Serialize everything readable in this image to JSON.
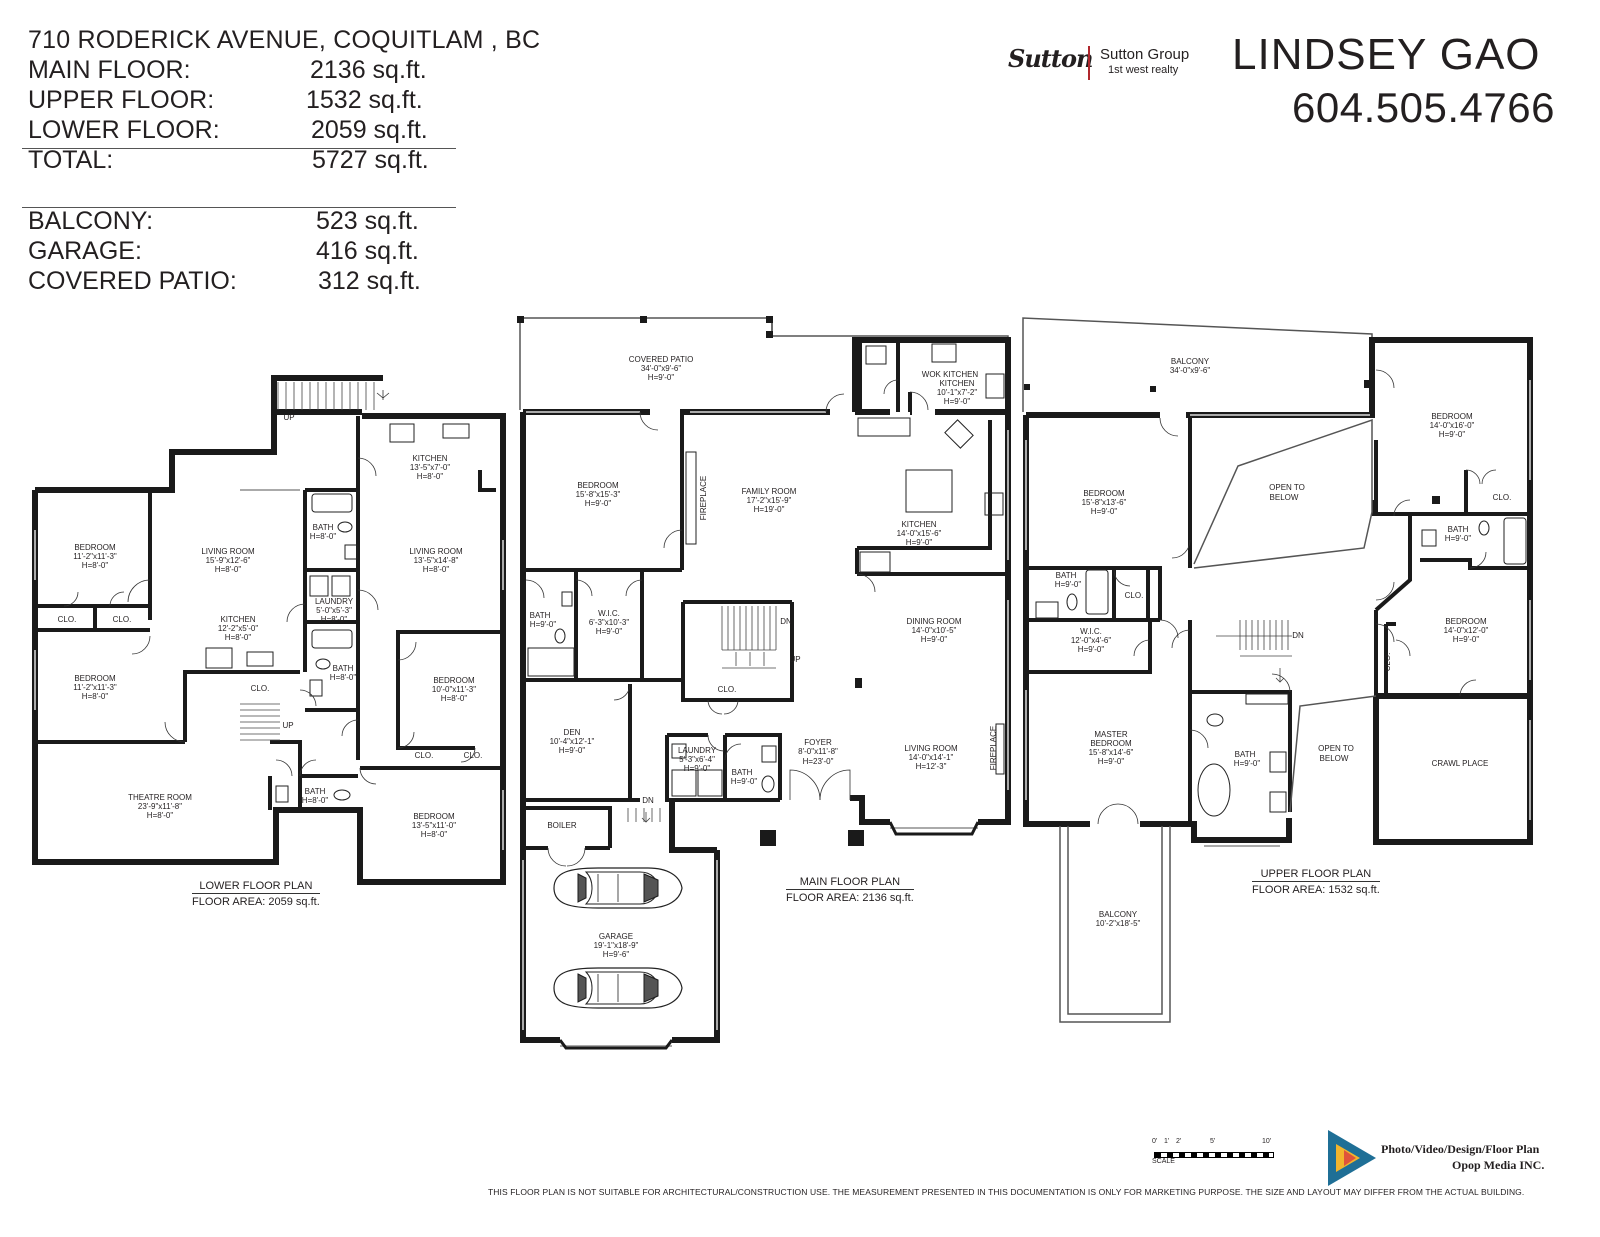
{
  "header": {
    "address": "710 RODERICK AVENUE, COQUITLAM , BC",
    "areas": [
      {
        "label": "MAIN FLOOR:",
        "value": "2136 sq.ft."
      },
      {
        "label": "UPPER FLOOR:",
        "value": "1532 sq.ft."
      },
      {
        "label": "LOWER FLOOR:",
        "value": "2059 sq.ft."
      },
      {
        "label": "TOTAL:",
        "value": "5727 sq.ft."
      },
      {
        "label": "BALCONY:",
        "value": "523 sq.ft."
      },
      {
        "label": "GARAGE:",
        "value": "416 sq.ft."
      },
      {
        "label": "COVERED PATIO:",
        "value": "312 sq.ft."
      }
    ]
  },
  "brokerage": {
    "logo_script": "Sutton",
    "name": "Sutton Group",
    "subname": "1st west realty",
    "accent_color": "#b0272d"
  },
  "agent": {
    "name": "LINDSEY GAO",
    "phone": "604.505.4766"
  },
  "lower": {
    "title": "LOWER FLOOR PLAN",
    "area": "FLOOR AREA: 2059 sq.ft.",
    "stair_up": "UP",
    "stair_up2": "UP",
    "rooms": [
      {
        "name": "BEDROOM",
        "dim": "11'-2\"x11'-3\"",
        "h": "H=8'-0\""
      },
      {
        "name": "LIVING ROOM",
        "dim": "15'-9\"x12'-6\"",
        "h": "H=8'-0\""
      },
      {
        "name": "KITCHEN",
        "dim": "13'-5\"x7'-0\"",
        "h": "H=8'-0\""
      },
      {
        "name": "LIVING ROOM",
        "dim": "13'-5\"x14'-8\"",
        "h": "H=8'-0\""
      },
      {
        "name": "BATH",
        "h": "H=8'-0\""
      },
      {
        "name": "KITCHEN",
        "dim": "12'-2\"x5'-0\"",
        "h": "H=8'-0\""
      },
      {
        "name": "LAUNDRY",
        "dim": "5'-0\"x5'-3\"",
        "h": "H=8'-0\""
      },
      {
        "name": "BEDROOM",
        "dim": "11'-2\"x11'-3\"",
        "h": "H=8'-0\""
      },
      {
        "name": "BATH",
        "h": "H=8'-0\""
      },
      {
        "name": "BEDROOM",
        "dim": "10'-0\"x11'-3\"",
        "h": "H=8'-0\""
      },
      {
        "name": "THEATRE ROOM",
        "dim": "23'-9\"x11'-8\"",
        "h": "H=8'-0\""
      },
      {
        "name": "BATH",
        "h": "H=8'-0\""
      },
      {
        "name": "BEDROOM",
        "dim": "13'-5\"x11'-0\"",
        "h": "H=8'-0\""
      }
    ],
    "closets": [
      "CLO.",
      "CLO.",
      "CLO.",
      "CLO.",
      "CLO."
    ]
  },
  "main": {
    "title": "MAIN FLOOR PLAN",
    "area": "FLOOR AREA: 2136 sq.ft.",
    "stair_dn": "DN",
    "stair_up": "UP",
    "stair_dn2": "DN",
    "fireplace1": "FIREPLACE",
    "fireplace2": "FIREPLACE",
    "closet": "CLO.",
    "rooms": [
      {
        "name": "COVERED PATIO",
        "dim": "34'-0\"x9'-6\"",
        "h": "H=9'-0\""
      },
      {
        "name": "WOK KITCHEN",
        "dim": "10'-1\"x7'-2\"",
        "h": "H=9'-0\""
      },
      {
        "name": "BEDROOM",
        "dim": "15'-8\"x15'-3\"",
        "h": "H=9'-0\""
      },
      {
        "name": "FAMILY ROOM",
        "dim": "17'-2\"x15'-9\"",
        "h": "H=19'-0\""
      },
      {
        "name": "KITCHEN",
        "dim": "14'-0\"x15'-6\"",
        "h": "H=9'-0\""
      },
      {
        "name": "BATH",
        "h": "H=9'-0\""
      },
      {
        "name": "W.I.C.",
        "dim": "6'-3\"x10'-3\"",
        "h": "H=9'-0\""
      },
      {
        "name": "DINING ROOM",
        "dim": "14'-0\"x10'-5\"",
        "h": "H=9'-0\""
      },
      {
        "name": "DEN",
        "dim": "10'-4\"x12'-1\"",
        "h": "H=9'-0\""
      },
      {
        "name": "LAUNDRY",
        "dim": "5'-3\"x6'-4\"",
        "h": "H=9'-0\""
      },
      {
        "name": "BATH",
        "h": "H=9'-0\""
      },
      {
        "name": "FOYER",
        "dim": "8'-0\"x11'-8\"",
        "h": "H=23'-0\""
      },
      {
        "name": "LIVING ROOM",
        "dim": "14'-0\"x14'-1\"",
        "h": "H=12'-3\""
      },
      {
        "name": "BOILER"
      },
      {
        "name": "GARAGE",
        "dim": "19'-1\"x18'-9\"",
        "h": "H=9'-6\""
      }
    ]
  },
  "upper": {
    "title": "UPPER FLOOR PLAN",
    "area": "FLOOR AREA: 1532 sq.ft.",
    "stair_dn": "DN",
    "crawl": "CRAWL PLACE",
    "open1": [
      "OPEN TO",
      "BELOW"
    ],
    "open2": [
      "OPEN TO",
      "BELOW"
    ],
    "closets": [
      "CLO.",
      "CLO.",
      "CLO."
    ],
    "rooms": [
      {
        "name": "BALCONY",
        "dim": "34'-0\"x9'-6\""
      },
      {
        "name": "BEDROOM",
        "dim": "14'-0\"x16'-0\"",
        "h": "H=9'-0\""
      },
      {
        "name": "BEDROOM",
        "dim": "15'-8\"x13'-6\"",
        "h": "H=9'-0\""
      },
      {
        "name": "BATH",
        "h": "H=9'-0\""
      },
      {
        "name": "BATH",
        "h": "H=9'-0\""
      },
      {
        "name": "W.I.C.",
        "dim": "12'-0\"x4'-6\"",
        "h": "H=9'-0\""
      },
      {
        "name": "BEDROOM",
        "dim": "14'-0\"x12'-0\"",
        "h": "H=9'-0\""
      },
      {
        "name": "MASTER",
        "dim": "15'-8\"x14'-6\"",
        "h": "H=9'-0\"",
        "name2": "BEDROOM"
      },
      {
        "name": "BATH",
        "h": "H=9'-0\""
      },
      {
        "name": "BALCONY",
        "dim": "10'-2\"x18'-5\""
      }
    ]
  },
  "scale": {
    "ticks": [
      "0'",
      "1'",
      "2'",
      "5'",
      "10'"
    ],
    "label": "SCALE"
  },
  "credit": {
    "line1": "Photo/Video/Design/Floor Plan",
    "line2": "Opop Media INC."
  },
  "disclaimer": "THIS FLOOR PLAN IS NOT SUITABLE FOR ARCHITECTURAL/CONSTRUCTION USE. THE MEASUREMENT PRESENTED IN THIS DOCUMENTATION IS ONLY FOR MARKETING PURPOSE. THE SIZE AND LAYOUT MAY DIFFER FROM THE ACTUAL BUILDING."
}
